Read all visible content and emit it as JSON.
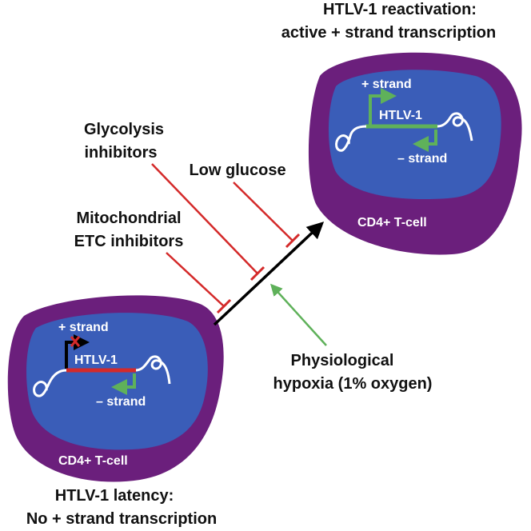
{
  "colors": {
    "cell_membrane": "#6b1f7c",
    "nucleus": "#3a5db8",
    "inhibitor": "#d42a2a",
    "promoter_blocked": "#d42a2a",
    "activator": "#5fb15a",
    "gene_active": "#5fb15a",
    "gene_latent": "#d42a2a",
    "arrow": "#000000"
  },
  "reactivation": {
    "title_line1": "HTLV-1 reactivation:",
    "title_line2": "active + strand transcription",
    "plus_strand": "+ strand",
    "gene": "HTLV-1",
    "minus_strand": "– strand",
    "cell": "CD4+ T-cell"
  },
  "latency": {
    "plus_strand": "+ strand",
    "gene": "HTLV-1",
    "minus_strand": "– strand",
    "cell": "CD4+ T-cell",
    "title_line1": "HTLV-1 latency:",
    "title_line2": "No + strand transcription"
  },
  "inhibitors": {
    "glycolysis_line1": "Glycolysis",
    "glycolysis_line2": "inhibitors",
    "low_glucose": "Low glucose",
    "mito_line1": "Mitochondrial",
    "mito_line2": "ETC inhibitors"
  },
  "activator": {
    "line1": "Physiological",
    "line2": "hypoxia (1% oxygen)"
  }
}
